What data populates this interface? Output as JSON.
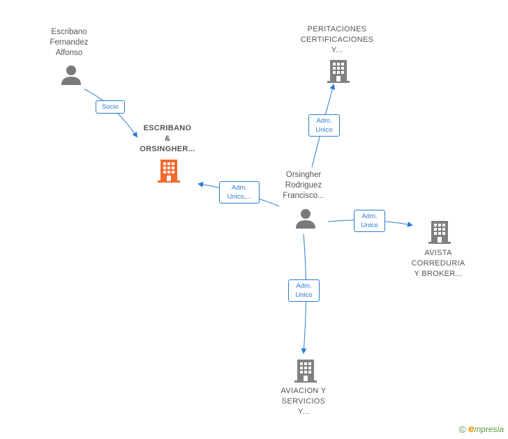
{
  "nodes": {
    "escribano_person": {
      "lines": [
        "Escribano",
        "Fernandez",
        "Alfonso"
      ]
    },
    "escribano_company": {
      "lines": [
        "ESCRIBANO",
        "&",
        "ORSINGHER..."
      ]
    },
    "peritaciones": {
      "lines": [
        "PERITACIONES",
        "CERTIFICACIONES",
        "Y..."
      ]
    },
    "orsingher_person": {
      "lines": [
        "Orsingher",
        "Rodriguez",
        "Francisco..."
      ]
    },
    "avista": {
      "lines": [
        "AVISTA",
        "CORREDURIA",
        "Y BROKER..."
      ]
    },
    "aviacion": {
      "lines": [
        "AVIACION Y",
        "SERVICIOS",
        "Y..."
      ]
    }
  },
  "edges": {
    "socio": {
      "lines": [
        "Socio"
      ]
    },
    "adm_unico_escribano": {
      "lines": [
        "Adm.",
        "Unico,..."
      ]
    },
    "adm_unico_peritaciones": {
      "lines": [
        "Adm.",
        "Unico"
      ]
    },
    "adm_unico_avista": {
      "lines": [
        "Adm.",
        "Unico"
      ]
    },
    "adm_unico_aviacion": {
      "lines": [
        "Adm.",
        "Unico"
      ]
    }
  },
  "colors": {
    "edge": "#2b7bd0",
    "company_icon": "#808080",
    "highlight_company_icon": "#f26a2e",
    "person_icon": "#7a7a7a"
  },
  "footer": {
    "copyright": "©",
    "brand_first": "e",
    "brand_rest": "mpresia"
  }
}
